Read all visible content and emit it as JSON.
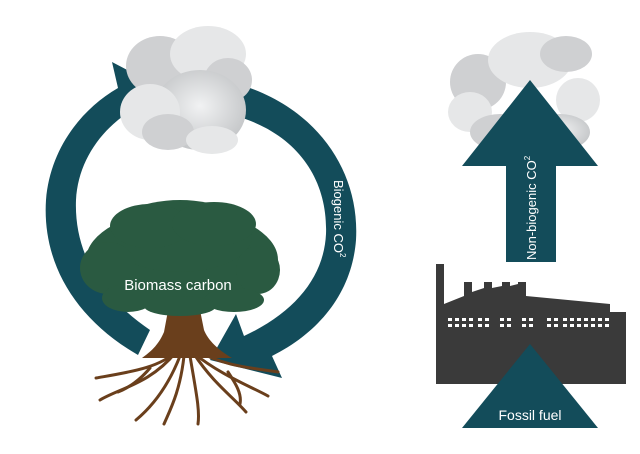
{
  "labels": {
    "left_arrow": "Biogenic CO",
    "right_arrow": "Biogenic CO",
    "up_arrow": "Non-biogenic CO",
    "subscript": "2",
    "tree": "Biomass carbon",
    "fossil": "Fossil fuel"
  },
  "colors": {
    "arrow": "#134c5a",
    "tree_canopy": "#2a5a41",
    "tree_trunk": "#6a3f1c",
    "factory": "#3a3a3a",
    "factory_window": "#ffffff",
    "cloud_light": "#e6e7e8",
    "cloud_mid": "#cfd0d2",
    "cloud_dark": "#b6b8ba"
  },
  "icons": [
    "cloud-icon",
    "tree-icon",
    "factory-icon",
    "arrow-icon"
  ]
}
